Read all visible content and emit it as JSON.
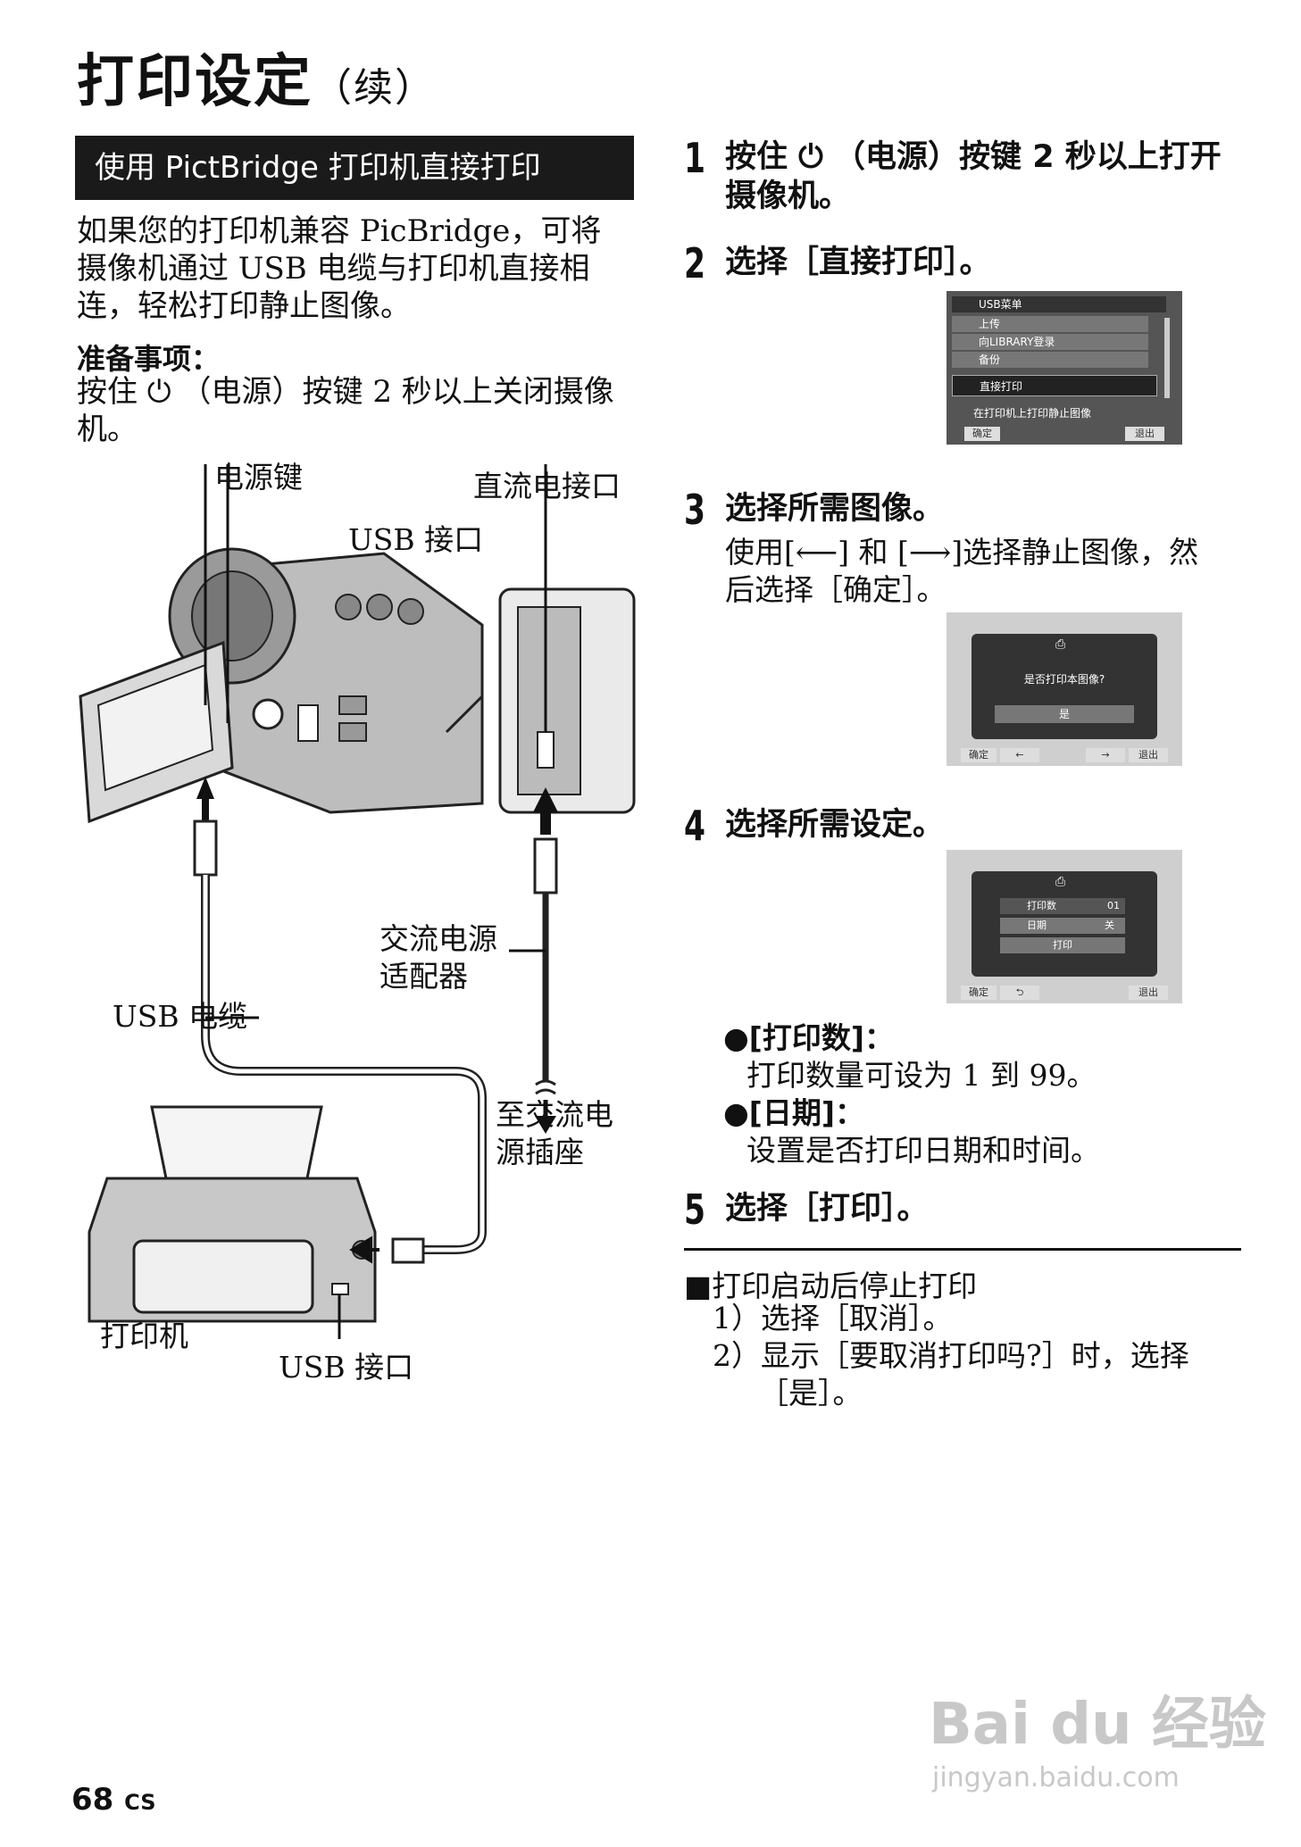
{
  "title": "打印设定",
  "title_suffix": "（续）",
  "section": "使用 PictBridge 打印机直接打印",
  "intro": "如果您的打印机兼容 PicBridge，可将摄像机通过 USB 电缆与打印机直接相连，轻松打印静止图像。",
  "prep_title": "准备事项：",
  "prep_body": "按住 ⏻ （电源）按键 2 秒以上关闭摄像机。",
  "diagram": {
    "power_key": "电源键",
    "dc_jack": "直流电接口",
    "usb_port_top": "USB 接口",
    "ac_adapter_l1": "交流电源",
    "ac_adapter_l2": "适配器",
    "usb_cable": "USB 电缆",
    "outlet_l1": "至交流电",
    "outlet_l2": "源插座",
    "printer": "打印机",
    "usb_port_bottom": "USB 接口"
  },
  "steps": [
    {
      "num": "1",
      "text": "按住 ⏻ （电源）按键 2 秒以上打开摄像机。"
    },
    {
      "num": "2",
      "text": "选择［直接打印］。"
    },
    {
      "num": "3",
      "text": "选择所需图像。",
      "desc": "使用[⟵] 和 [⟶]选择静止图像，然后选择［确定］。"
    },
    {
      "num": "4",
      "text": "选择所需设定。"
    },
    {
      "num": "5",
      "text": "选择［打印］。"
    }
  ],
  "screen2": {
    "header": "USB菜单",
    "items": [
      "上传",
      "向LIBRARY登录",
      "备份",
      "直接打印"
    ],
    "hint": "在打印机上打印静止图像",
    "ok": "确定",
    "exit": "退出"
  },
  "screen3": {
    "question": "是否打印本图像?",
    "yes": "是",
    "ok": "确定",
    "left": "←",
    "right": "→",
    "exit": "退出"
  },
  "screen4": {
    "copies_label": "打印数",
    "copies_value": "01",
    "date_label": "日期",
    "date_value": "关",
    "print": "打印",
    "ok": "确定",
    "back": "⮌",
    "exit": "退出"
  },
  "bullets": [
    {
      "title": "●[打印数]：",
      "body": "打印数量可设为 1 到 99。"
    },
    {
      "title": "●[日期]：",
      "body": "设置是否打印日期和时间。"
    }
  ],
  "stop": {
    "title": "■打印启动后停止打印",
    "items": [
      "1）选择［取消］。",
      "2）显示［要取消打印吗?］时，选择",
      "［是］。"
    ]
  },
  "footer": {
    "page": "68",
    "lang": "CS"
  },
  "watermark": {
    "brand": "Bai du 经验",
    "url": "jingyan.baidu.com"
  }
}
